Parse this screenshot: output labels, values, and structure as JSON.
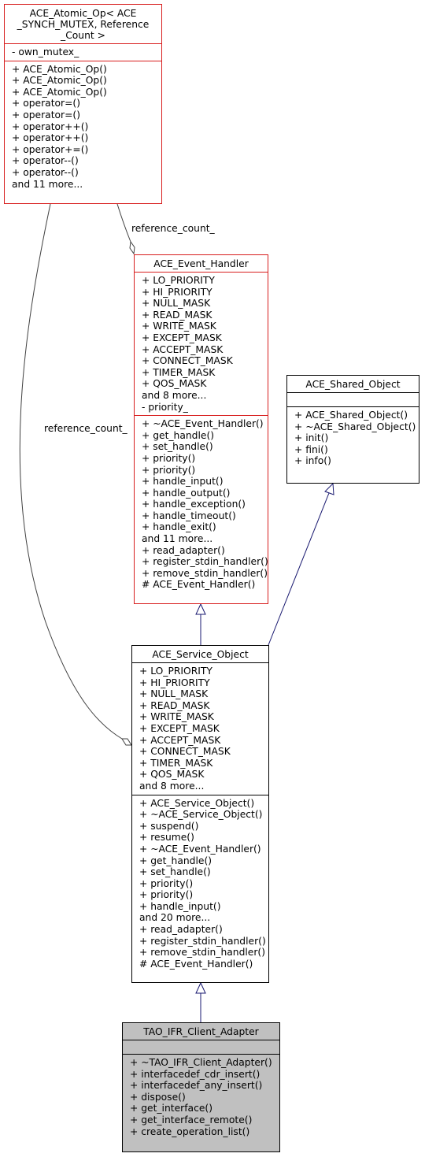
{
  "classes": {
    "atomic_op": {
      "title_lines": [
        "ACE_Atomic_Op< ACE",
        "_SYNCH_MUTEX, Reference",
        "_Count >"
      ],
      "attributes": [
        "- own_mutex_"
      ],
      "methods": [
        "+ ACE_Atomic_Op()",
        "+ ACE_Atomic_Op()",
        "+ ACE_Atomic_Op()",
        "+ operator=()",
        "+ operator=()",
        "+ operator++()",
        "+ operator++()",
        "+ operator+=()",
        "+ operator--()",
        "+ operator--()",
        "and 11 more..."
      ]
    },
    "event_handler": {
      "title": "ACE_Event_Handler",
      "attributes": [
        "+ LO_PRIORITY",
        "+ HI_PRIORITY",
        "+ NULL_MASK",
        "+ READ_MASK",
        "+ WRITE_MASK",
        "+ EXCEPT_MASK",
        "+ ACCEPT_MASK",
        "+ CONNECT_MASK",
        "+ TIMER_MASK",
        "+ QOS_MASK",
        "and 8 more...",
        "- priority_"
      ],
      "methods": [
        "+ ~ACE_Event_Handler()",
        "+ get_handle()",
        "+ set_handle()",
        "+ priority()",
        "+ priority()",
        "+ handle_input()",
        "+ handle_output()",
        "+ handle_exception()",
        "+ handle_timeout()",
        "+ handle_exit()",
        "and 11 more...",
        "+ read_adapter()",
        "+ register_stdin_handler()",
        "+ remove_stdin_handler()",
        "# ACE_Event_Handler()"
      ]
    },
    "shared_object": {
      "title": "ACE_Shared_Object",
      "attributes": [],
      "methods": [
        "+ ACE_Shared_Object()",
        "+ ~ACE_Shared_Object()",
        "+ init()",
        "+ fini()",
        "+ info()"
      ]
    },
    "service_object": {
      "title": "ACE_Service_Object",
      "attributes": [
        "+ LO_PRIORITY",
        "+ HI_PRIORITY",
        "+ NULL_MASK",
        "+ READ_MASK",
        "+ WRITE_MASK",
        "+ EXCEPT_MASK",
        "+ ACCEPT_MASK",
        "+ CONNECT_MASK",
        "+ TIMER_MASK",
        "+ QOS_MASK",
        "and 8 more..."
      ],
      "methods": [
        "+ ACE_Service_Object()",
        "+ ~ACE_Service_Object()",
        "+ suspend()",
        "+ resume()",
        "+ ~ACE_Event_Handler()",
        "+ get_handle()",
        "+ set_handle()",
        "+ priority()",
        "+ priority()",
        "+ handle_input()",
        "and 20 more...",
        "+ read_adapter()",
        "+ register_stdin_handler()",
        "+ remove_stdin_handler()",
        "# ACE_Event_Handler()"
      ]
    },
    "ifr_client_adapter": {
      "title": "TAO_IFR_Client_Adapter",
      "attributes": [],
      "methods": [
        "+ ~TAO_IFR_Client_Adapter()",
        "+ interfacedef_cdr_insert()",
        "+ interfacedef_any_insert()",
        "+ dispose()",
        "+ get_interface()",
        "+ get_interface_remote()",
        "+ create_operation_list()"
      ]
    }
  },
  "edge_labels": {
    "reference_count_upper": "reference_count_",
    "reference_count_left": "reference_count_"
  },
  "colors": {
    "highlight_border": "#d81e1e",
    "inheritance_edge": "#191970",
    "composition_edge": "#404040",
    "self_fill": "#c0c0c0"
  }
}
